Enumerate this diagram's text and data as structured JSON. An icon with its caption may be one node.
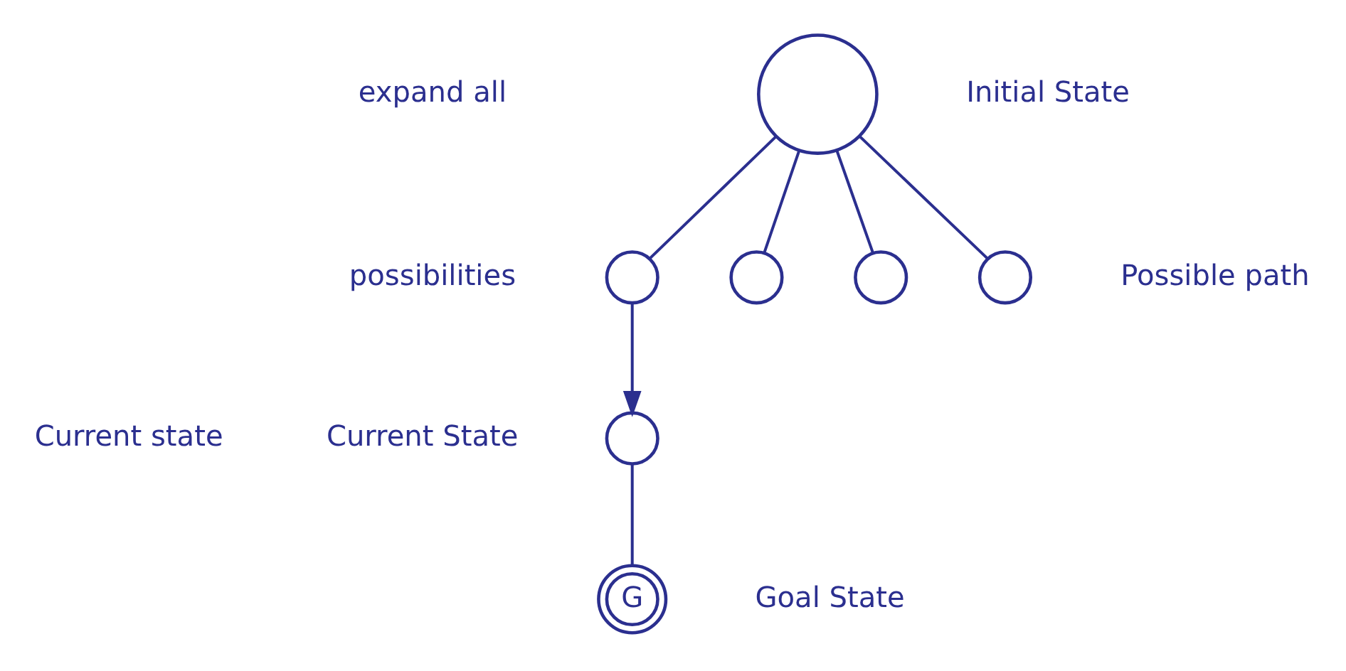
{
  "diagram": {
    "nodes": [
      {
        "text": [],
        "shape": "circle",
        "beside": [
          "Initial State"
        ]
      },
      {
        "text": [],
        "shape": "circle",
        "beside": [
          "possibilities"
        ]
      },
      {
        "text": [],
        "shape": "circle"
      },
      {
        "text": [],
        "shape": "circle"
      },
      {
        "text": [],
        "shape": "circle",
        "beside": [
          "Possible path"
        ]
      },
      {
        "text": [],
        "shape": "circle",
        "beside": [
          "Current State",
          "Current state"
        ]
      },
      {
        "text": [
          "G"
        ],
        "beside": [
          "Goal State"
        ]
      }
    ],
    "edges": [
      {
        "from": 0,
        "to": 1,
        "arrow": "none"
      },
      {
        "from": 0,
        "to": 2,
        "arrow": "none"
      },
      {
        "from": 0,
        "to": 3,
        "arrow": "none"
      },
      {
        "from": 0,
        "to": 4,
        "arrow": "none"
      },
      {
        "from": 1,
        "to": 5,
        "arrow": "to"
      },
      {
        "from": 5,
        "to": 6,
        "arrow": "none"
      }
    ],
    "labels": [
      "expand all"
    ]
  }
}
